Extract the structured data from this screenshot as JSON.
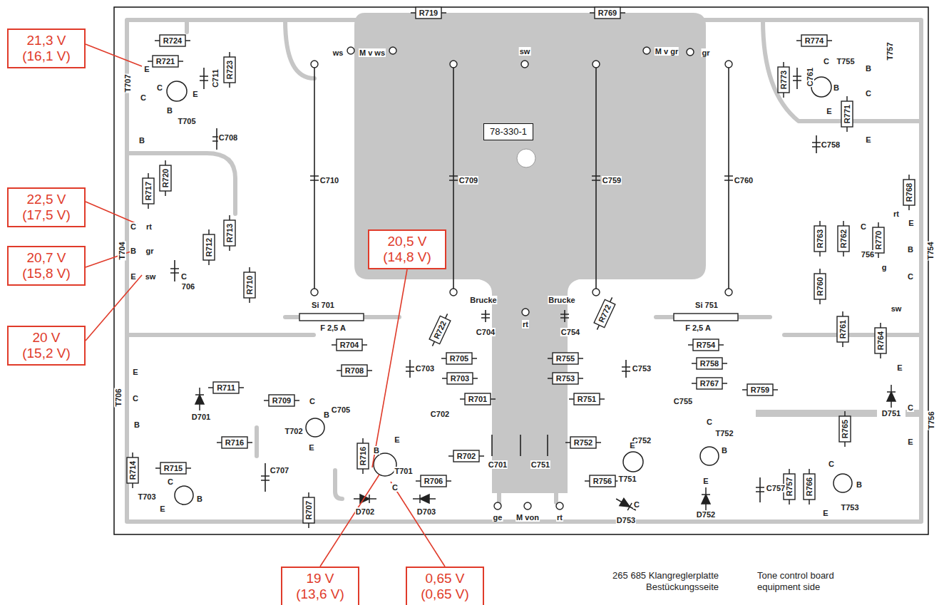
{
  "diagram": {
    "caption": "265 685 Klangreglerplatte Bestückungsseite",
    "nodes": [
      {
        "text": [
          "21,3 V",
          "(16,1 V)"
        ]
      },
      {
        "text": [
          "78-330-1"
        ]
      },
      {
        "text": [
          "22,5 V",
          "(17,5 V)"
        ]
      },
      {
        "text": [
          "20,5 V",
          "(14,8 V)"
        ]
      },
      {
        "text": [
          "20,7 V",
          "(15,8 V)"
        ]
      },
      {
        "text": [
          "20 V",
          "(15,2 V)"
        ]
      },
      {
        "text": [
          "19 V",
          "(13,6 V)"
        ]
      },
      {
        "text": [
          "0,65 V",
          "(0,65 V)"
        ]
      }
    ],
    "labels": [
      "R724",
      "R719",
      "R769",
      "R774",
      "ws",
      "M v ws",
      "sw",
      "M v gr",
      "gr",
      "R721",
      "E",
      "C",
      "E",
      "B",
      "T705",
      "C",
      "T707",
      "B",
      "C711",
      "R723",
      "C708",
      "R717",
      "R720",
      "R713",
      "R712",
      "C710",
      "C709",
      "C759",
      "C760",
      "R773",
      "C761",
      "C",
      "T755",
      "B",
      "E",
      "B",
      "C",
      "R771",
      "E",
      "T757",
      "C758",
      "R768",
      "R763",
      "R762",
      "C",
      "756",
      "R770",
      "rt",
      "E",
      "g",
      "B",
      "T754",
      "C",
      "sw",
      "C",
      "rt",
      "B",
      "gr",
      "E",
      "sw",
      "T704",
      "C",
      "706",
      "R710",
      "Si 701",
      "F 2,5 A",
      "Brucke",
      "Brucke",
      "rt",
      "R722",
      "C704",
      "C754",
      "R772",
      "Si 751",
      "F 2,5 A",
      "R760",
      "R761",
      "R764",
      "R704",
      "R754",
      "R705",
      "R755",
      "R703",
      "R753",
      "R708",
      "R758",
      "R767",
      "R759",
      "C703",
      "C753",
      "R701",
      "R751",
      "R711",
      "R709",
      "E",
      "C",
      "B",
      "T706",
      "D701",
      "C",
      "B",
      "T702",
      "E",
      "C705",
      "C702",
      "C755",
      "C",
      "C752",
      "T752",
      "B",
      "E",
      "E",
      "T751",
      "C",
      "R765",
      "D751",
      "E",
      "C",
      "T756",
      "E",
      "R714",
      "R715",
      "R716",
      "C",
      "T703",
      "B",
      "E",
      "C707",
      "R707",
      "E",
      "B",
      "T701",
      "C",
      "R716",
      "R702",
      "C701",
      "C751",
      "R752",
      "R706",
      "R756",
      "D702",
      "D703",
      "D752",
      "D753",
      "C757",
      "R757",
      "R766",
      "C",
      "B",
      "T753",
      "E",
      "ge",
      "M von",
      "rt",
      "Tone control board equipment side"
    ]
  }
}
